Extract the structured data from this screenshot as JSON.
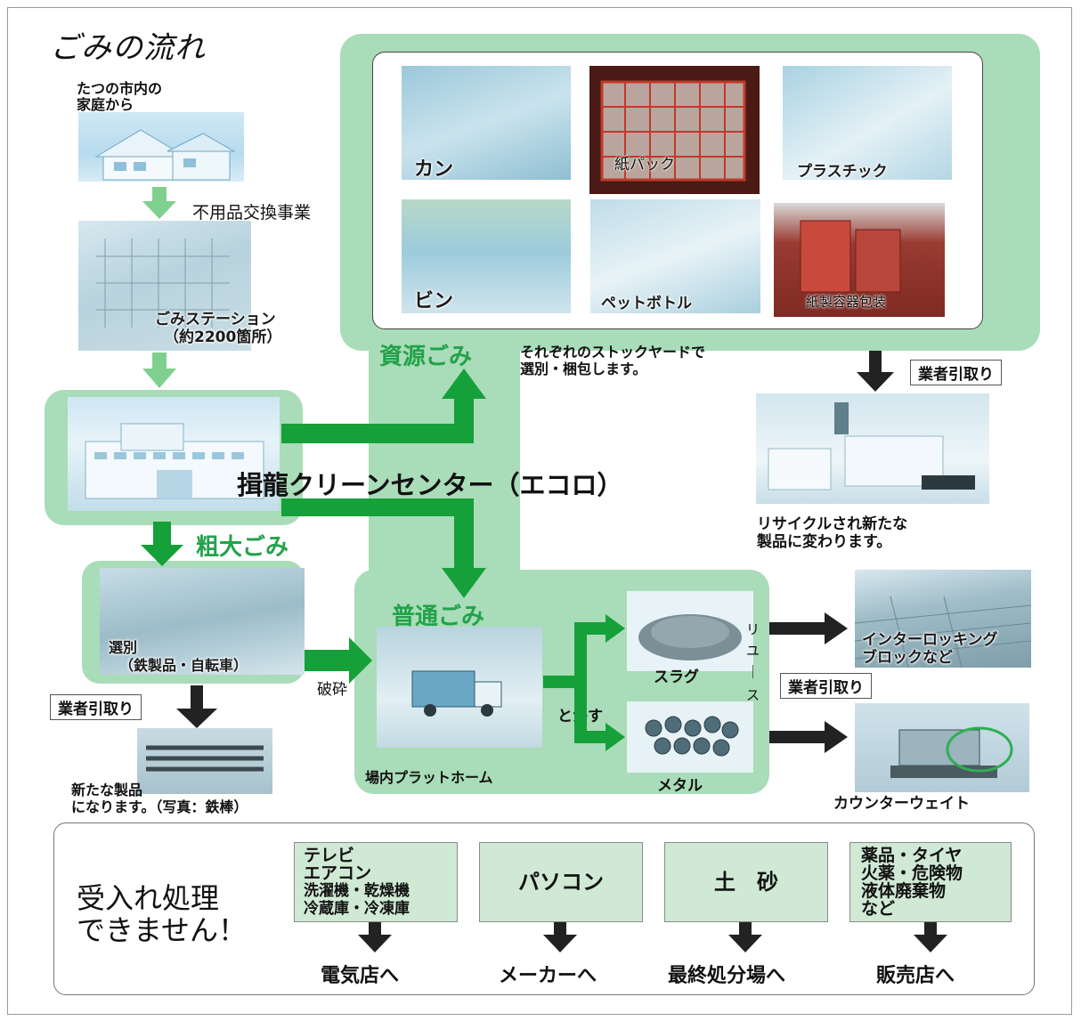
{
  "title": "ごみの流れ",
  "households": {
    "line1": "たつの市内の",
    "line2": "家庭から"
  },
  "exchange_label": "不用品交換事業",
  "station": {
    "line1": "ごみステーション",
    "line2": "（約2200箇所）"
  },
  "center_name": "揖龍クリーンセンター（エコロ）",
  "resource": {
    "title": "資源ごみ",
    "desc_line1": "それぞれのストックヤードで",
    "desc_line2": "選別・梱包します。",
    "items": [
      "カン",
      "紙パック",
      "プラスチック",
      "ビン",
      "ペットボトル",
      "紙製容器包装"
    ]
  },
  "contractor_label": "業者引取り",
  "recycle": {
    "line1": "リサイクルされ新たな",
    "line2": "製品に変わります。"
  },
  "bulky": {
    "title": "粗大ごみ",
    "sort_line1": "選別",
    "sort_line2": "（鉄製品・自転車）",
    "crush_label": "破砕",
    "new_line1": "新たな製品",
    "new_line2": "になります。（写真：鉄棒）"
  },
  "regular": {
    "title": "普通ごみ",
    "platform_label": "場内プラットホーム",
    "melt_label": "とかす",
    "slag_label": "スラグ",
    "metal_label": "メタル"
  },
  "reuse_chars": [
    "リ",
    "ユ",
    "｜",
    "ス"
  ],
  "interlocking": {
    "line1": "インターロッキング",
    "line2": "ブロックなど"
  },
  "counterweight_label": "カウンターウェイト",
  "not_accepted": {
    "title_line1": "受入れ処理",
    "title_line2": "できません！",
    "boxes": [
      {
        "lines": [
          "テレビ",
          "エアコン",
          "洗濯機・乾燥機",
          "冷蔵庫・冷凍庫"
        ],
        "dest": "電気店へ"
      },
      {
        "lines": [
          "パソコン"
        ],
        "dest": "メーカーへ"
      },
      {
        "lines": [
          "土　砂"
        ],
        "dest": "最終処分場へ"
      },
      {
        "lines": [
          "薬品・タイヤ",
          "火薬・危険物",
          "液体廃棄物",
          "など"
        ],
        "dest": "販売店へ"
      }
    ]
  },
  "colors": {
    "panel_green": "#a9dcb8",
    "arrow_green": "#15a03a",
    "light_arrow": "#7fd08f",
    "title_green": "#22a24a",
    "box_green": "#cfe9d4"
  }
}
